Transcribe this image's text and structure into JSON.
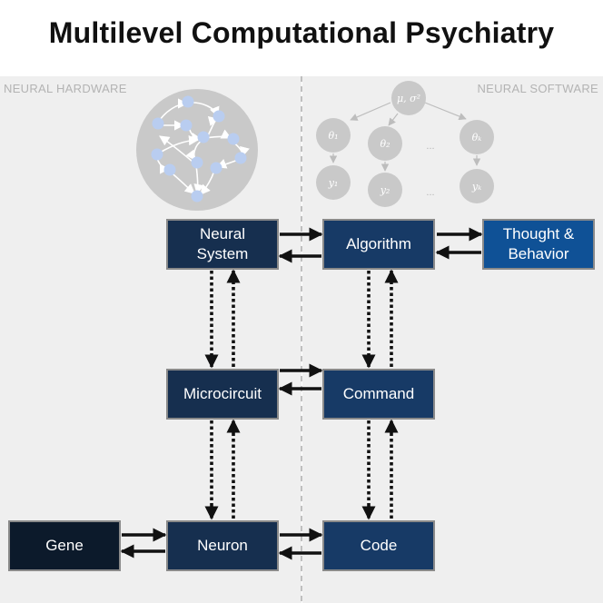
{
  "title": "Multilevel Computational Psychiatry",
  "sections": {
    "hardware_label": "NEURAL HARDWARE",
    "software_label": "NEURAL SOFTWARE"
  },
  "boxes": {
    "neural_system": "Neural\nSystem",
    "algorithm": "Algorithm",
    "thought_behavior": "Thought &\nBehavior",
    "microcircuit": "Microcircuit",
    "command": "Command",
    "gene": "Gene",
    "neuron": "Neuron",
    "code": "Code"
  },
  "graphical_model": {
    "root": "μ, σ²",
    "theta_1": "θ₁",
    "theta_2": "θ₂",
    "theta_k": "θₖ",
    "y_1": "y₁",
    "y_2": "y₂",
    "y_k": "yₖ",
    "ellipsis_top": "...",
    "ellipsis_bottom": "..."
  },
  "colors": {
    "dark_box": "#162f4f",
    "mid_box": "#173a66",
    "light_box": "#0f5196",
    "gene_box": "#0c1a2b",
    "panel_bg": "#efefef",
    "node_gray": "#c9c9c9",
    "neuron_blue": "#b9cdf0"
  }
}
